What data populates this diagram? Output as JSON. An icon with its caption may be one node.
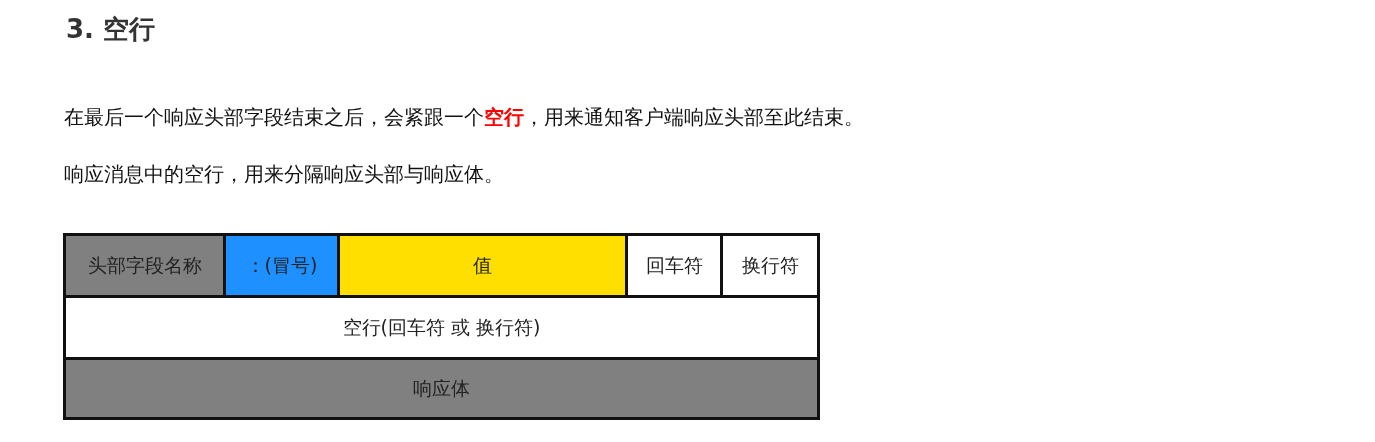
{
  "diagram": {
    "title": "3. 空行",
    "nodes": [
      {
        "text": [
          "头部字段名称"
        ]
      },
      {
        "text": [
          "：(冒号)"
        ]
      },
      {
        "text": [
          "值"
        ]
      },
      {
        "text": [
          "回车符"
        ]
      },
      {
        "text": [
          "换行符"
        ]
      },
      {
        "text": [
          "空行(回车符 或 换行符)"
        ]
      },
      {
        "text": [
          "响应体"
        ]
      }
    ],
    "labels": [
      "在最后一个响应头部字段结束之后，会紧跟一个**空行**，用来通知客户端响应头部至此结束。",
      "响应消息中的空行，用来分隔响应头部与响应体。"
    ]
  }
}
